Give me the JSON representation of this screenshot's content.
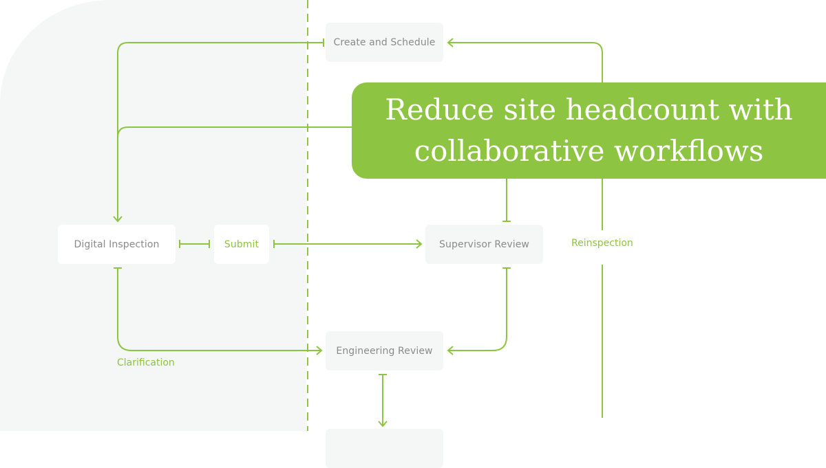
{
  "colors": {
    "accent": "#8dc442",
    "panel": "#f5f7f6",
    "node_text": "#8a8a8a"
  },
  "nodes": {
    "create_schedule": "Create and Schedule",
    "digital_inspection": "Digital Inspection",
    "submit": "Submit",
    "supervisor_review": "Supervisor Review",
    "engineering_review": "Engineering Review"
  },
  "labels": {
    "reinspection": "Reinspection",
    "clarification": "Clarification"
  },
  "banner": {
    "line1": "Reduce site headcount with",
    "line2": "collaborative workflows"
  }
}
